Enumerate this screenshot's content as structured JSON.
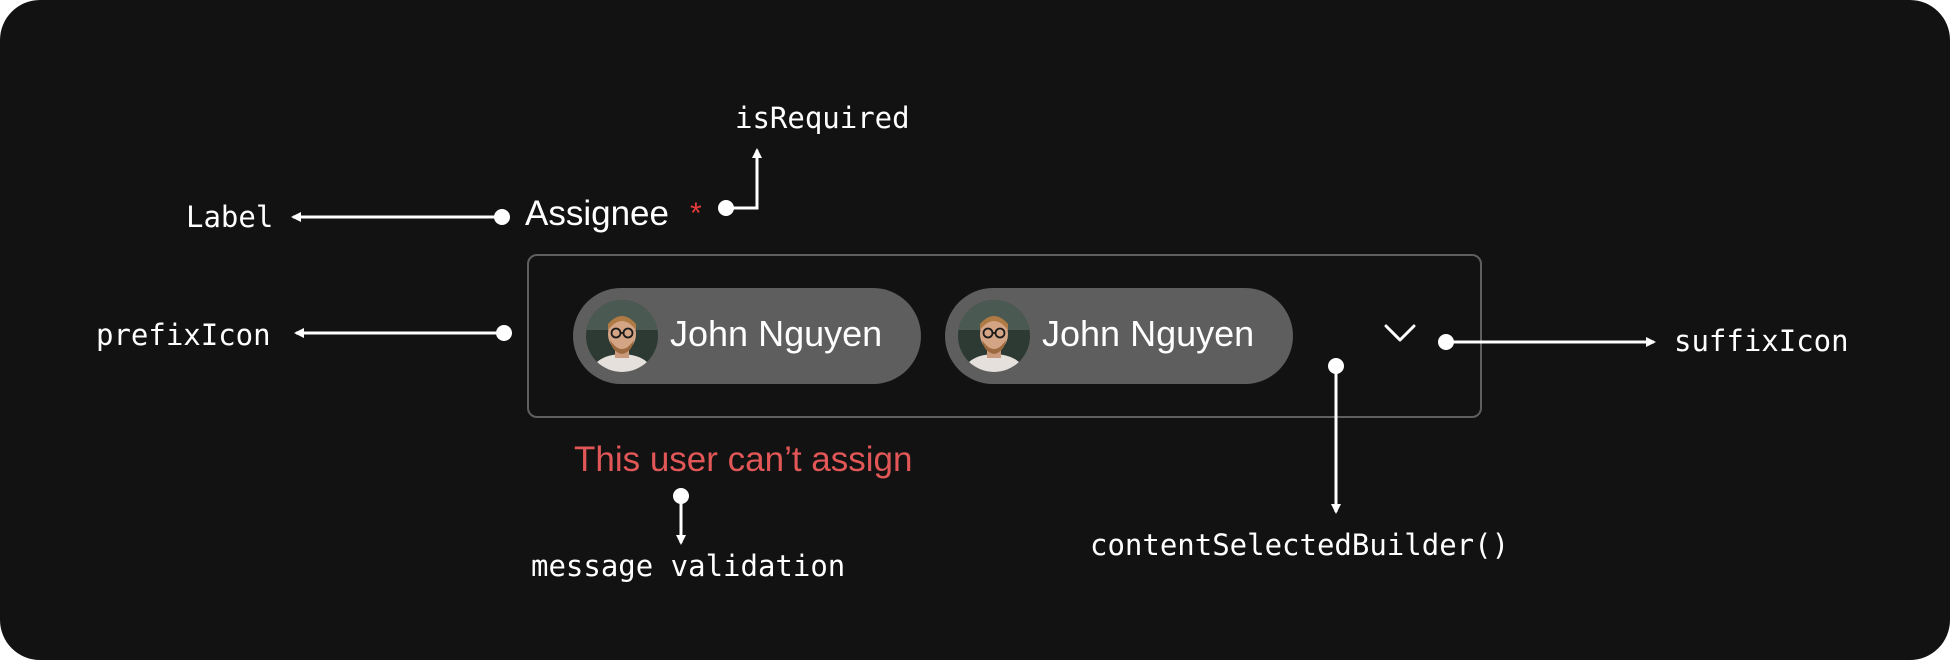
{
  "field": {
    "label": "Assignee",
    "required_mark": "*",
    "chips": [
      {
        "name": "John Nguyen",
        "avatar": "avatar-photo"
      },
      {
        "name": "John Nguyen",
        "avatar": "avatar-photo"
      }
    ],
    "suffix_icon": "chevron-down-icon",
    "validation_message": "This user can’t assign"
  },
  "annotations": {
    "label": "Label",
    "is_required": "isRequired",
    "prefix_icon": "prefixIcon",
    "suffix_icon": "suffixIcon",
    "message_validation": "message validation",
    "content_selected_builder": "contentSelectedBuilder()"
  },
  "colors": {
    "background": "#121212",
    "chip": "#5e5e5e",
    "border": "#5f5f5f",
    "required": "#e23b3b",
    "validation": "#e15656",
    "annotation": "#ffffff"
  }
}
